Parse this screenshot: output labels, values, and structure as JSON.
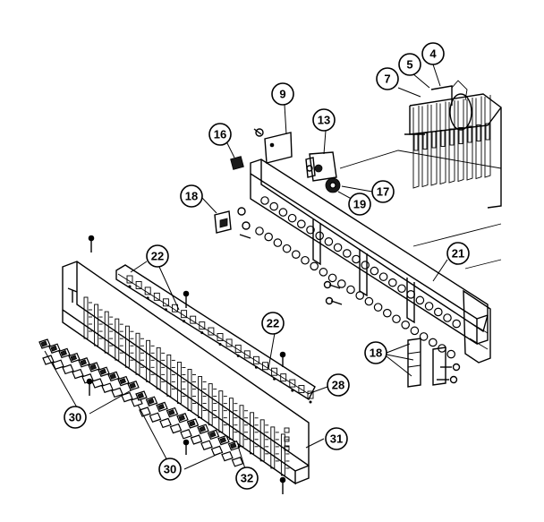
{
  "callouts": [
    {
      "id": "c4",
      "label": "4"
    },
    {
      "id": "c5",
      "label": "5"
    },
    {
      "id": "c7",
      "label": "7"
    },
    {
      "id": "c9",
      "label": "9"
    },
    {
      "id": "c13",
      "label": "13"
    },
    {
      "id": "c16",
      "label": "16"
    },
    {
      "id": "c17",
      "label": "17"
    },
    {
      "id": "c18a",
      "label": "18"
    },
    {
      "id": "c19",
      "label": "19"
    },
    {
      "id": "c21",
      "label": "21"
    },
    {
      "id": "c22a",
      "label": "22"
    },
    {
      "id": "c22b",
      "label": "22"
    },
    {
      "id": "c18b",
      "label": "18"
    },
    {
      "id": "c28",
      "label": "28"
    },
    {
      "id": "c30a",
      "label": "30"
    },
    {
      "id": "c31",
      "label": "31"
    },
    {
      "id": "c30b",
      "label": "30"
    },
    {
      "id": "c32",
      "label": "32"
    }
  ],
  "colors": {
    "ink": "#000000",
    "paper": "#ffffff"
  }
}
